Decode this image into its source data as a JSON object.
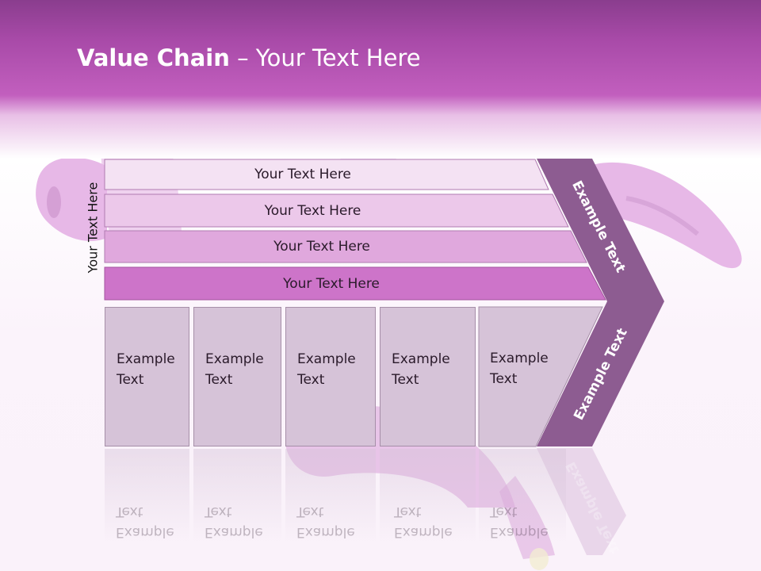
{
  "title": {
    "bold": "Value Chain",
    "rest": " – Your Text Here"
  },
  "side_label": "Your Text Here",
  "rows": [
    "Your Text Here",
    "Your Text Here",
    "Your Text Here",
    "Your Text Here"
  ],
  "columns": [
    {
      "line1": "Example",
      "line2": "Text"
    },
    {
      "line1": "Example",
      "line2": "Text"
    },
    {
      "line1": "Example",
      "line2": "Text"
    },
    {
      "line1": "Example",
      "line2": "Text"
    },
    {
      "line1": "Example",
      "line2": "Text"
    }
  ],
  "chevron": {
    "upper": "Example Text",
    "lower": "Example Text"
  },
  "colors": {
    "header": "#c25fbe",
    "row1": "#f4e2f3",
    "row2": "#ecc8ea",
    "row3": "#e0a8dd",
    "row4": "#cd74c9",
    "chevron": "#8d5c91",
    "column": "#d6c3d8"
  }
}
